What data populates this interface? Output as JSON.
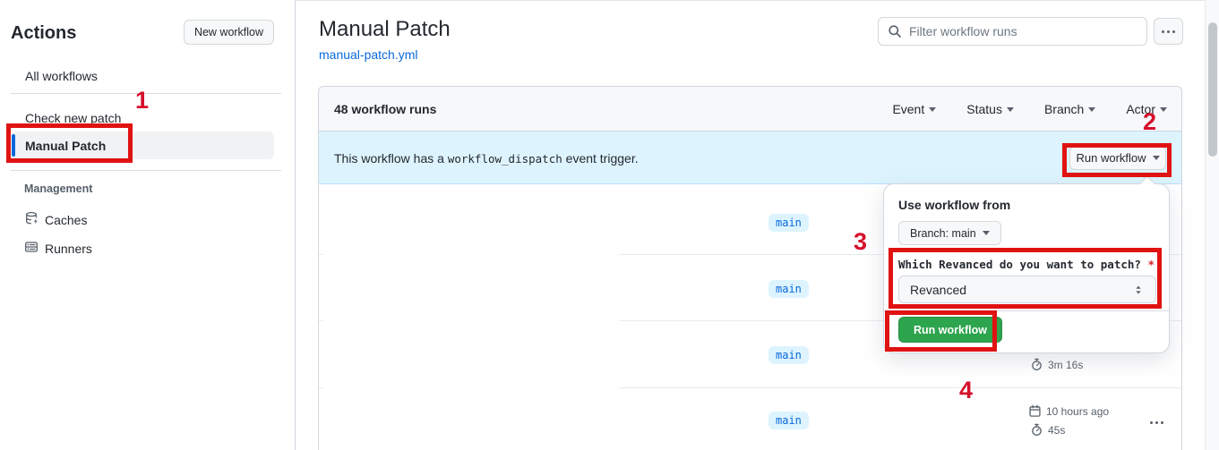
{
  "colors": {
    "accent_blue": "#0969da",
    "banner_blue": "#ddf4ff",
    "header_gray": "#f6f8fa",
    "border": "#d0d7de",
    "button_green": "#2da44e",
    "annotation_red": "#e01212",
    "tab_indicator_orange": "#fd8c73"
  },
  "sidebar": {
    "title": "Actions",
    "new_workflow_button": "New workflow",
    "items": [
      {
        "label": "All workflows"
      },
      {
        "label": "Check new patch"
      },
      {
        "label": "Manual Patch",
        "selected": true
      }
    ],
    "management": {
      "label": "Management",
      "items": [
        {
          "label": "Caches",
          "icon": "cache-icon"
        },
        {
          "label": "Runners",
          "icon": "runners-icon"
        }
      ]
    }
  },
  "header": {
    "title": "Manual Patch",
    "file_link": "manual-patch.yml",
    "search_placeholder": "Filter workflow runs",
    "more_icon": "kebab-icon"
  },
  "runs_panel": {
    "count_label": "48 workflow runs",
    "filters": [
      "Event",
      "Status",
      "Branch",
      "Actor"
    ],
    "banner": {
      "text_before": "This workflow has a",
      "code": "workflow_dispatch",
      "text_after": "event trigger.",
      "run_button": "Run workflow"
    },
    "rows": [
      {
        "branch": "main"
      },
      {
        "branch": "main"
      },
      {
        "branch": "main",
        "duration": "3m 16s"
      },
      {
        "branch": "main",
        "date": "10 hours ago",
        "duration": "45s"
      }
    ]
  },
  "run_dialog": {
    "heading": "Use workflow from",
    "branch_selector": "Branch: main",
    "input_label": "Which Revanced do you want to patch?",
    "required_marker": "*",
    "select_value": "Revanced",
    "submit_button": "Run workflow"
  },
  "annotations": {
    "steps": [
      "1",
      "2",
      "3",
      "4"
    ]
  }
}
